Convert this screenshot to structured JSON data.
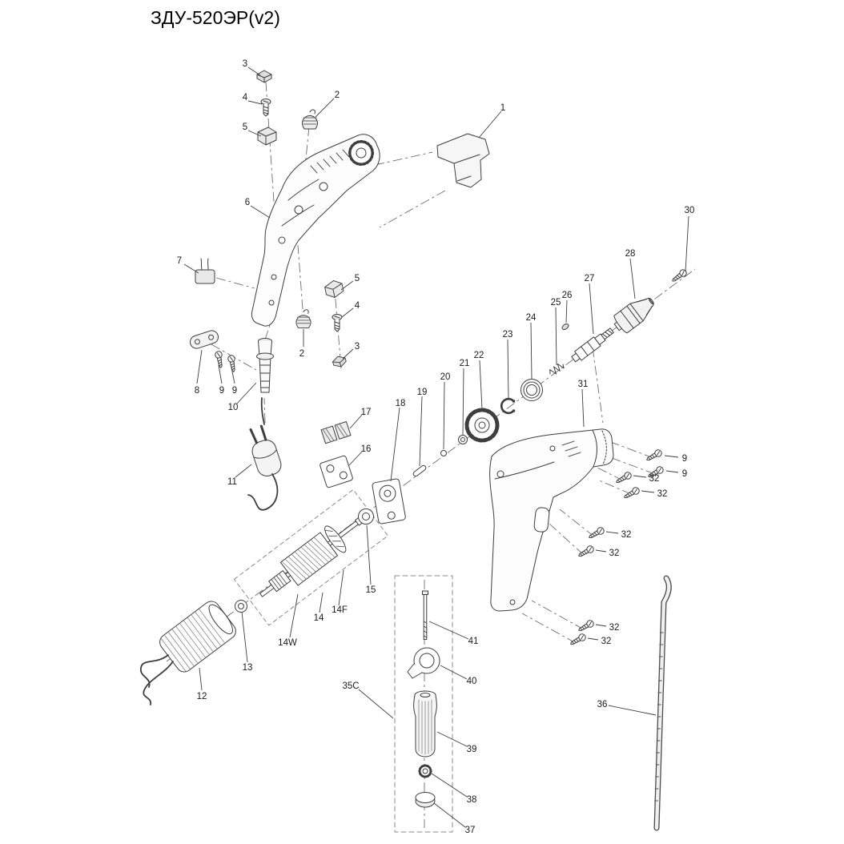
{
  "title": "ЗДУ-520ЭР(v2)",
  "colors": {
    "line": "#3d3d3d",
    "label": "#1a1a1a",
    "background": "#ffffff"
  },
  "diagram": {
    "callouts": [
      "1",
      "2",
      "3",
      "4",
      "5",
      "6",
      "7",
      "2",
      "3",
      "4",
      "5",
      "8",
      "9",
      "9",
      "10",
      "11",
      "12",
      "13",
      "14",
      "14F",
      "14W",
      "15",
      "16",
      "17",
      "18",
      "19",
      "20",
      "21",
      "22",
      "23",
      "24",
      "25",
      "26",
      "27",
      "28",
      "30",
      "31",
      "9",
      "9",
      "32",
      "32",
      "32",
      "32",
      "32",
      "32",
      "35C",
      "36",
      "37",
      "38",
      "39",
      "40",
      "41"
    ]
  }
}
